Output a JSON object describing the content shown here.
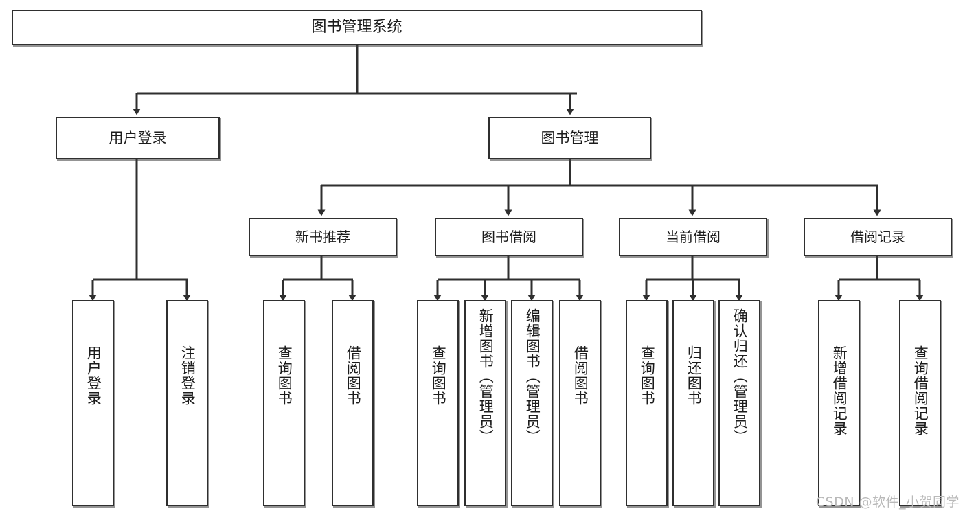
{
  "diagram": {
    "title": "图书管理系统",
    "watermark": "CSDN @软件_小贺同学",
    "colors": {
      "stroke": "#2f2f2f",
      "fill": "#ffffff",
      "text": "#1c1c1c",
      "watermark": "#b9b9b9"
    },
    "levels": {
      "root": {
        "label": "图书管理系统"
      },
      "level2": [
        {
          "label": "用户登录"
        },
        {
          "label": "图书管理"
        }
      ],
      "level3": [
        {
          "label": "新书推荐"
        },
        {
          "label": "图书借阅"
        },
        {
          "label": "当前借阅"
        },
        {
          "label": "借阅记录"
        }
      ],
      "leaves": [
        {
          "label": "用户登录",
          "parent": "用户登录"
        },
        {
          "label": "注销登录",
          "parent": "用户登录"
        },
        {
          "label": "查询图书",
          "parent": "新书推荐"
        },
        {
          "label": "借阅图书",
          "parent": "新书推荐"
        },
        {
          "label": "查询图书",
          "parent": "图书借阅"
        },
        {
          "label": "新增图书（管理员）",
          "parent": "图书借阅"
        },
        {
          "label": "编辑图书（管理员）",
          "parent": "图书借阅"
        },
        {
          "label": "借阅图书",
          "parent": "图书借阅"
        },
        {
          "label": "查询图书",
          "parent": "当前借阅"
        },
        {
          "label": "归还图书",
          "parent": "当前借阅"
        },
        {
          "label": "确认归还（管理员）",
          "parent": "当前借阅"
        },
        {
          "label": "新增借阅记录",
          "parent": "借阅记录"
        },
        {
          "label": "查询借阅记录",
          "parent": "借阅记录"
        }
      ]
    }
  }
}
